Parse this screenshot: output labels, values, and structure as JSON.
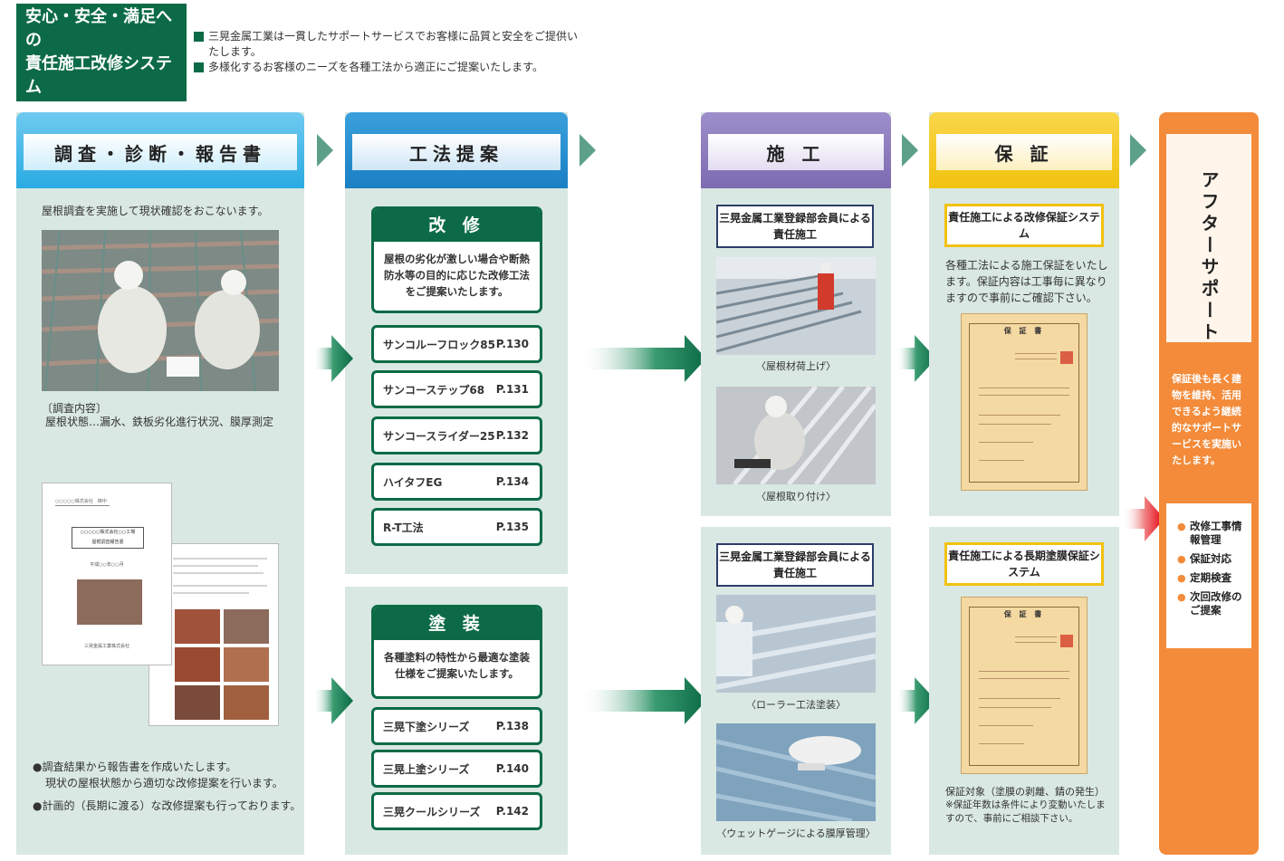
{
  "header": {
    "title_line1": "安心・安全・満足への",
    "title_line2": "責任施工改修システム",
    "intro1": "三晃金属工業は一貫したサポートサービスでお客様に品質と安全をご提供いたします。",
    "intro2": "多様化するお客様のニーズを各種工法から適正にご提案いたします。"
  },
  "survey": {
    "header": "調査・診断・報告書",
    "text1": "屋根調査を実施して現状確認をおこないます。",
    "content_heading": "〔調査内容〕",
    "content_text": "屋根状態…漏水、鉄板劣化進行状況、膜厚測定",
    "report_top": "○○○○○株式会社　御中",
    "report_box1": "○○○○○株式会社○○工場",
    "report_box2": "屋根調査報告書",
    "report_date": "平成○○年○○月",
    "report_company": "三晃金属工業株式会社",
    "bullet1_line1": "●調査結果から報告書を作成いたします。",
    "bullet1_line2": "現状の屋根状態から適切な改修提案を行います。",
    "bullet2": "●計画的（長期に渡る）な改修提案も行っております。"
  },
  "proposal": {
    "header": "工法提案",
    "renovation": {
      "title": "改 修",
      "text": "屋根の劣化が激しい場合や断熱防水等の目的に応じた改修工法をご提案いたします。",
      "methods": [
        {
          "name": "サンコルーフロック85",
          "page": "P.130"
        },
        {
          "name": "サンコーステップ68",
          "page": "P.131"
        },
        {
          "name": "サンコースライダー25",
          "page": "P.132"
        },
        {
          "name": "ハイタフEG",
          "page": "P.134"
        },
        {
          "name": "R-T工法",
          "page": "P.135"
        }
      ]
    },
    "painting": {
      "title": "塗 装",
      "text": "各種塗料の特性から最適な塗装仕様をご提案いたします。",
      "methods": [
        {
          "name": "三晃下塗シリーズ",
          "page": "P.138"
        },
        {
          "name": "三晃上塗シリーズ",
          "page": "P.140"
        },
        {
          "name": "三晃クールシリーズ",
          "page": "P.142"
        }
      ]
    }
  },
  "construction": {
    "header": "施 工",
    "label1": "三晃金属工業登録部会員による責任施工",
    "cap1": "〈屋根材荷上げ〉",
    "cap2": "〈屋根取り付け〉",
    "label2": "三晃金属工業登録部会員による責任施工",
    "cap3": "〈ローラー工法塗装〉",
    "cap4": "〈ウェットゲージによる膜厚管理〉"
  },
  "guarantee": {
    "header": "保 証",
    "label1": "責任施工による改修保証システム",
    "text1": "各種工法による施工保証をいたします。保証内容は工事毎に異なりますので事前にご確認下さい。",
    "cert_title": "保 証 書",
    "label2": "責任施工による長期塗膜保証システム",
    "text2": "保証対象（塗膜の剥離、錆の発生）",
    "text3": "※保証年数は条件により変動いたしますので、事前にご相談下さい。"
  },
  "after_support": {
    "title": "アフターサポート",
    "desc": "保証後も長く建物を維持、活用できるよう継続的なサポートサービスを実施いたします。",
    "items": [
      "改修工事情報管理",
      "保証対応",
      "定期検査",
      "次回改修のご提案"
    ]
  },
  "colors": {
    "dark_green": "#0c6b46",
    "column_bg": "#d9e8e3",
    "survey_header": "#29abe2",
    "proposal_header": "#1a7fc4",
    "construction_header": "#7c6bb0",
    "guarantee_header": "#f1c20f",
    "after_support": "#f38b3a"
  }
}
